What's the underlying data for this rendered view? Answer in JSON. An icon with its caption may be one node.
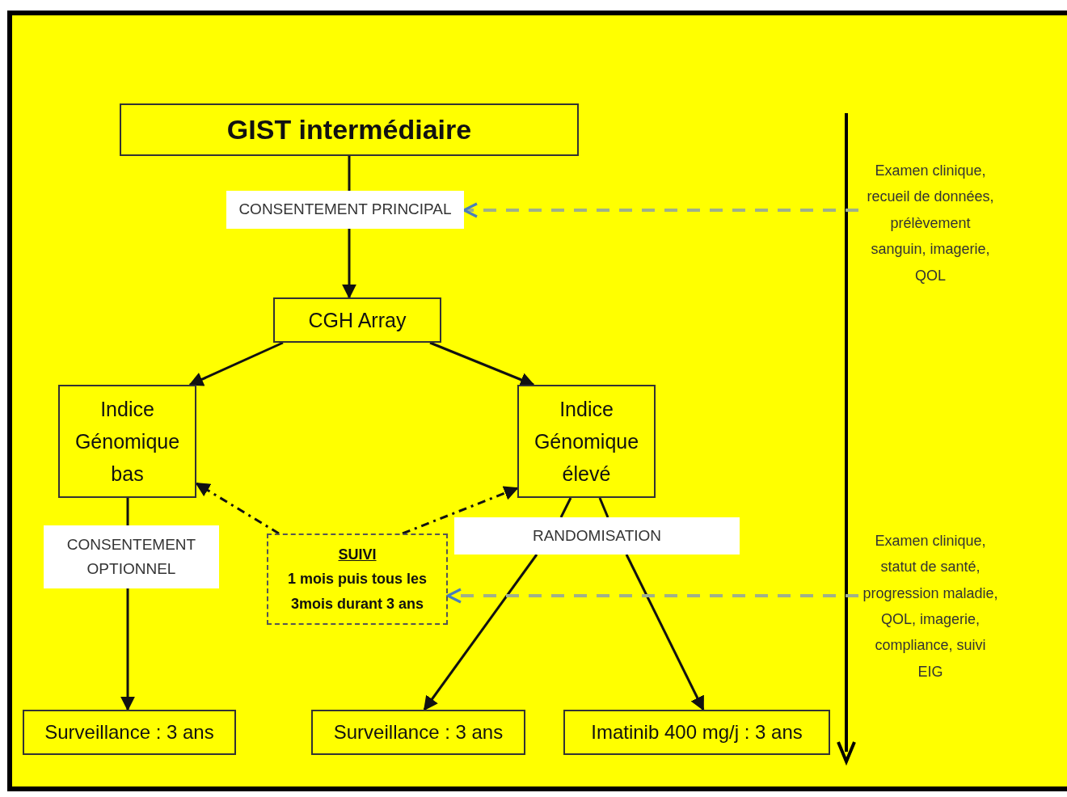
{
  "diagram": {
    "nodes": [
      {
        "text": [
          "GIST intermédiaire"
        ]
      },
      {
        "text": [
          "CONSENTEMENT PRINCIPAL"
        ]
      },
      {
        "text": [
          "CGH Array"
        ]
      },
      {
        "text": [
          "Indice Génomique bas"
        ]
      },
      {
        "text": [
          "Indice Génomique élevé"
        ]
      },
      {
        "text": [
          "CONSENTEMENT OPTIONNEL"
        ]
      },
      {
        "text": [
          "SUIVI",
          "1 mois puis tous les 3mois durant 3 ans"
        ]
      },
      {
        "text": [
          "RANDOMISATION"
        ]
      },
      {
        "text": [
          "Surveillance : 3 ans"
        ]
      },
      {
        "text": [
          "Surveillance : 3 ans"
        ]
      },
      {
        "text": [
          "Imatinib 400 mg/j : 3 ans"
        ]
      },
      {
        "text": [
          "Examen clinique, recueil de données, prélèvement sanguin, imagerie, QOL"
        ]
      },
      {
        "text": [
          "Examen clinique, statut de santé, progression maladie, QOL, imagerie, compliance, suivi EIG"
        ]
      }
    ],
    "edges": [
      {
        "from": 0,
        "to": 1,
        "arrow": "none"
      },
      {
        "from": 1,
        "to": 2,
        "arrow": "to"
      },
      {
        "from": 2,
        "to": 3,
        "arrow": "to"
      },
      {
        "from": 2,
        "to": 4,
        "arrow": "to"
      },
      {
        "from": 3,
        "to": 5,
        "arrow": "none"
      },
      {
        "from": 5,
        "to": 8,
        "arrow": "to"
      },
      {
        "from": 4,
        "to": 7,
        "arrow": "none"
      },
      {
        "from": 4,
        "to": 7,
        "arrow": "none"
      },
      {
        "from": 7,
        "to": 9,
        "arrow": "to"
      },
      {
        "from": 7,
        "to": 10,
        "arrow": "to"
      },
      {
        "from": 6,
        "to": 3,
        "arrow": "to",
        "style": "dashed"
      },
      {
        "from": 6,
        "to": 4,
        "arrow": "to",
        "style": "dashed"
      },
      {
        "from": 11,
        "to": 1,
        "arrow": "to",
        "style": "dashed",
        "color": "#9fb08a"
      },
      {
        "from": 12,
        "to": 6,
        "arrow": "to",
        "style": "dashed",
        "color": "#9fb08a"
      }
    ]
  }
}
